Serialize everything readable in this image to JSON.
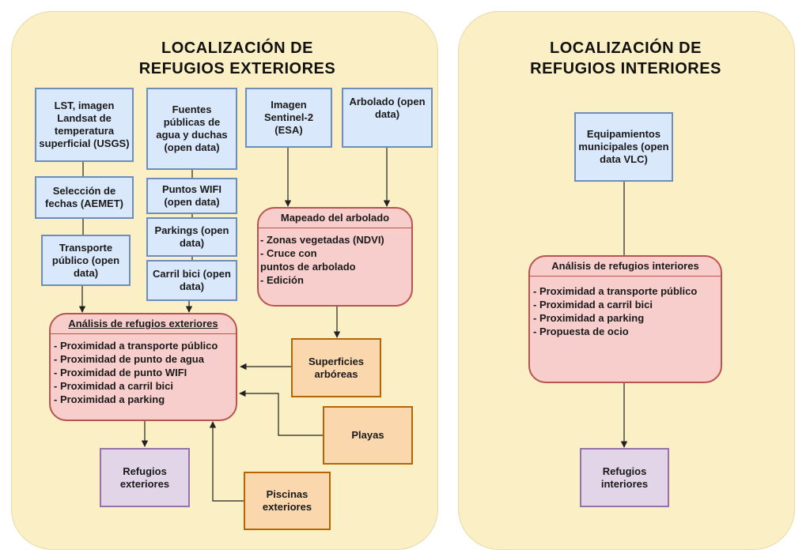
{
  "exterior": {
    "title_line1": "LOCALIZACIÓN DE",
    "title_line2": "REFUGIOS EXTERIORES",
    "sources": {
      "lst": "LST, imagen Landsat de temperatura superficial (USGS)",
      "fechas": "Selección de fechas (AEMET)",
      "transporte": "Transporte público (open data)",
      "fuentes": "Fuentes públicas de agua y duchas (open data)",
      "wifi": "Puntos WIFI (open data)",
      "parkings": "Parkings (open data)",
      "carril": "Carril bici (open data)",
      "sentinel": "Imagen Sentinel-2 (ESA)",
      "arbolado": "Arbolado (open data)"
    },
    "mapeado": {
      "title": "Mapeado del arbolado",
      "items": [
        "- Zonas vegetadas (NDVI)",
        "- Cruce con",
        "puntos de arbolado",
        "- Edición"
      ]
    },
    "analisis": {
      "title": "Análisis de refugios exteriores",
      "items": [
        "- Proximidad a transporte público",
        "- Proximidad de punto de agua",
        "- Proximidad de punto WIFI",
        "- Proximidad a carril bici",
        "- Proximidad a parking"
      ]
    },
    "superficies": "Superficies arbóreas",
    "playas": "Playas",
    "piscinas": "Piscinas exteriores",
    "output": "Refugios exteriores"
  },
  "interior": {
    "title_line1": "LOCALIZACIÓN DE",
    "title_line2": "REFUGIOS INTERIORES",
    "equipamientos": "Equipamientos municipales (open data VLC)",
    "analisis": {
      "title": "Análisis de refugios interiores",
      "items": [
        "- Proximidad a transporte público",
        "- Proximidad a carril bici",
        "- Proximidad a parking",
        "- Propuesta de ocio"
      ]
    },
    "output": "Refugios interiores"
  },
  "colors": {
    "panel": "#fbefc5",
    "source_fill": "#dae8fc",
    "source_border": "#6c8ebf",
    "process_fill": "#f8cecc",
    "process_border": "#b85450",
    "layer_fill": "#fad7ac",
    "layer_border": "#b46504",
    "output_fill": "#e1d5e7",
    "output_border": "#9673a6"
  }
}
